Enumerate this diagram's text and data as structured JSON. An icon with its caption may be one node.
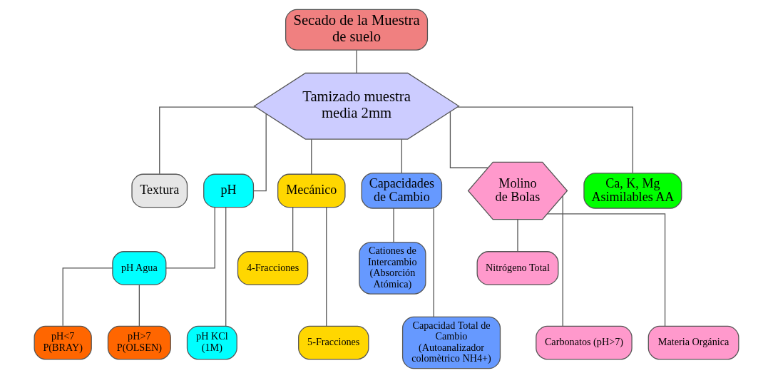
{
  "diagram": {
    "nodes": [
      {
        "text": [
          "Secado de la Muestra de suelo"
        ]
      },
      {
        "text": [
          "Tamizado muestra media 2mm"
        ]
      },
      {
        "text": [
          "Textura"
        ]
      },
      {
        "text": [
          "pH"
        ]
      },
      {
        "text": [
          "Mecánico"
        ]
      },
      {
        "text": [
          "Capacidades de Cambio"
        ]
      },
      {
        "text": [
          "Molino de Bolas"
        ]
      },
      {
        "text": [
          "Ca, K, Mg Asimilables AA"
        ]
      },
      {
        "text": [
          "pH Agua"
        ]
      },
      {
        "text": [
          "pH<7 P(BRAY)"
        ]
      },
      {
        "text": [
          "pH>7 P(OLSEN)"
        ]
      },
      {
        "text": [
          "pH KCl (1M)"
        ]
      },
      {
        "text": [
          "4-Fracciones"
        ]
      },
      {
        "text": [
          "5-Fracciones"
        ]
      },
      {
        "text": [
          "Cationes de Intercambio (Absorción Atómica)"
        ]
      },
      {
        "text": [
          "Capacidad Total de Cambio (Autoanalizador colomètrico NH4+)"
        ]
      },
      {
        "text": [
          "Nitrógeno Total"
        ]
      },
      {
        "text": [
          "Carbonatos (pH>7)"
        ]
      },
      {
        "text": [
          "Materia Orgánica"
        ]
      }
    ],
    "edges": [
      {
        "from": 0,
        "to": 1,
        "arrow": "none"
      },
      {
        "from": 1,
        "to": 2,
        "arrow": "none"
      },
      {
        "from": 1,
        "to": 3,
        "arrow": "none"
      },
      {
        "from": 1,
        "to": 4,
        "arrow": "none"
      },
      {
        "from": 1,
        "to": 5,
        "arrow": "none"
      },
      {
        "from": 1,
        "to": 6,
        "arrow": "none"
      },
      {
        "from": 1,
        "to": 7,
        "arrow": "none"
      },
      {
        "from": 3,
        "to": 8,
        "arrow": "none"
      },
      {
        "from": 8,
        "to": 9,
        "arrow": "none"
      },
      {
        "from": 8,
        "to": 10,
        "arrow": "none"
      },
      {
        "from": 3,
        "to": 11,
        "arrow": "none"
      },
      {
        "from": 4,
        "to": 12,
        "arrow": "none"
      },
      {
        "from": 4,
        "to": 13,
        "arrow": "none"
      },
      {
        "from": 5,
        "to": 14,
        "arrow": "none"
      },
      {
        "from": 5,
        "to": 15,
        "arrow": "none"
      },
      {
        "from": 6,
        "to": 16,
        "arrow": "none"
      },
      {
        "from": 6,
        "to": 17,
        "arrow": "none"
      },
      {
        "from": 6,
        "to": 18,
        "arrow": "none"
      }
    ]
  }
}
